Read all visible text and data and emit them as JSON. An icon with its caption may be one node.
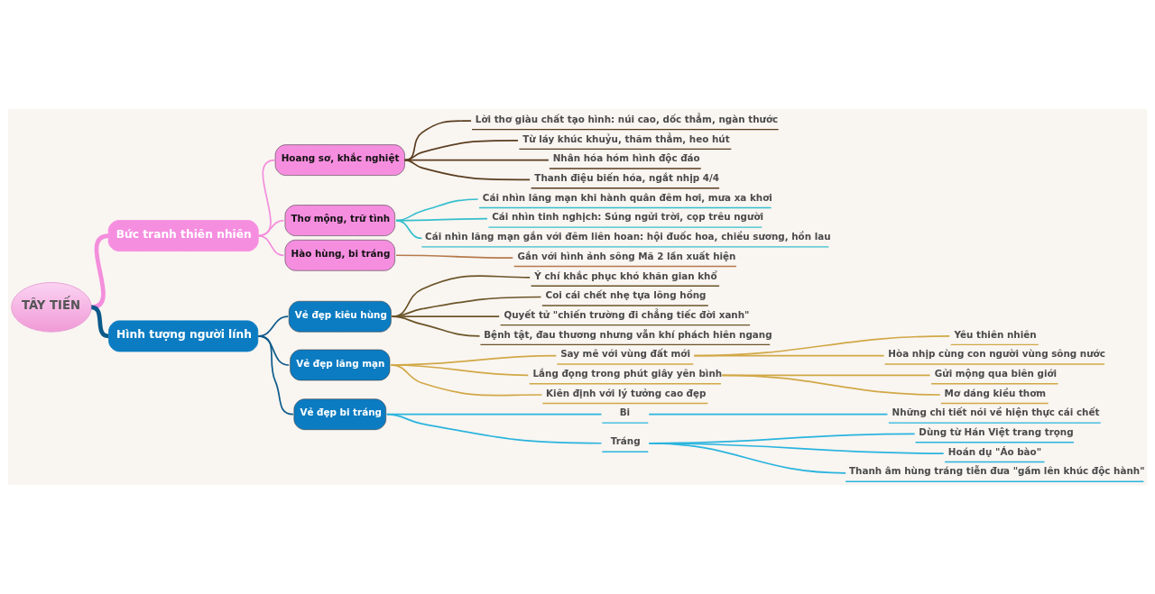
{
  "diagram": {
    "nodes": [
      {
        "text": [
          "TÂY TIẾN"
        ]
      },
      {
        "text": [
          "Bức tranh thiên nhiên"
        ]
      },
      {
        "text": [
          "Hoang sơ, khắc nghiệt"
        ]
      },
      {
        "text": [
          "Lời thơ giàu chất tạo hình: núi cao, dốc thẳm, ngàn thước"
        ]
      },
      {
        "text": [
          "Từ láy khúc khuỷu, thăm thẳm, heo hút"
        ]
      },
      {
        "text": [
          "Nhân hóa hóm hình độc đáo"
        ]
      },
      {
        "text": [
          "Thanh điệu biến hóa, ngắt nhịp 4/4"
        ]
      },
      {
        "text": [
          "Thơ mộng, trữ tình"
        ]
      },
      {
        "text": [
          "Cái nhìn lãng mạn khi hành quân đêm hơi, mưa xa khơi"
        ]
      },
      {
        "text": [
          "Cái nhìn tinh nghịch: Súng ngửi trời, cọp trêu người"
        ]
      },
      {
        "text": [
          "Cái nhìn lãng mạn gắn với đêm liên hoan: hội đuốc hoa, chiều sương, hồn lau"
        ]
      },
      {
        "text": [
          "Hào hùng, bi tráng"
        ]
      },
      {
        "text": [
          "Gắn với hình ảnh sông Mã 2 lần xuất hiện"
        ]
      },
      {
        "text": [
          "Hình tượng người lính"
        ]
      },
      {
        "text": [
          "Vẻ đẹp kiêu hùng"
        ]
      },
      {
        "text": [
          "Ý chí khắc phục khó khăn gian khổ"
        ]
      },
      {
        "text": [
          "Coi cái chết nhẹ tựa lông hồng"
        ]
      },
      {
        "text": [
          "Quyết tử \"chiến trường đi chẳng tiếc đời xanh\""
        ]
      },
      {
        "text": [
          "Bệnh tật, đau thương nhưng vẫn khí phách hiên ngang"
        ]
      },
      {
        "text": [
          "Vẻ đẹp lãng mạn"
        ]
      },
      {
        "text": [
          "Say mê với vùng đất mới"
        ]
      },
      {
        "text": [
          "Yêu thiên nhiên"
        ]
      },
      {
        "text": [
          "Hòa nhịp cùng con người vùng sông nước"
        ]
      },
      {
        "text": [
          "Lắng đọng trong phút giây yên bình"
        ]
      },
      {
        "text": [
          "Gửi mộng qua biên giới"
        ]
      },
      {
        "text": [
          "Mơ dáng kiều thơm"
        ]
      },
      {
        "text": [
          "Kiên định với lý tưởng cao đẹp"
        ]
      },
      {
        "text": [
          "Vẻ đẹp bi tráng"
        ]
      },
      {
        "text": [
          "Bi"
        ]
      },
      {
        "text": [
          "Những chi tiết nói về hiện thực cái chết"
        ]
      },
      {
        "text": [
          "Tráng"
        ]
      },
      {
        "text": [
          "Dùng từ Hán Việt trang trọng"
        ]
      },
      {
        "text": [
          "Hoán dụ \"Áo bào\""
        ]
      },
      {
        "text": [
          "Thanh âm hùng tráng tiễn đưa \"gầm lên khúc độc hành\""
        ]
      }
    ],
    "edges": [
      {
        "from": 0,
        "to": 1,
        "arrow": "none",
        "style": "thick",
        "color": "#f48edc"
      },
      {
        "from": 1,
        "to": 2,
        "arrow": "none",
        "color": "#f48edc"
      },
      {
        "from": 2,
        "to": 3,
        "arrow": "none",
        "color": "#5a3c1e"
      },
      {
        "from": 2,
        "to": 4,
        "arrow": "none",
        "color": "#5a3c1e"
      },
      {
        "from": 2,
        "to": 5,
        "arrow": "none",
        "color": "#5a3c1e"
      },
      {
        "from": 2,
        "to": 6,
        "arrow": "none",
        "color": "#5a3c1e"
      },
      {
        "from": 1,
        "to": 7,
        "arrow": "none",
        "color": "#f48edc"
      },
      {
        "from": 7,
        "to": 8,
        "arrow": "none",
        "color": "#34bfcc"
      },
      {
        "from": 7,
        "to": 9,
        "arrow": "none",
        "color": "#34bfcc"
      },
      {
        "from": 7,
        "to": 10,
        "arrow": "none",
        "color": "#34bfcc"
      },
      {
        "from": 1,
        "to": 11,
        "arrow": "none",
        "color": "#f48edc"
      },
      {
        "from": 11,
        "to": 12,
        "arrow": "none",
        "color": "#b57a4c"
      },
      {
        "from": 0,
        "to": 13,
        "arrow": "none",
        "style": "thick",
        "color": "#0c5a8a"
      },
      {
        "from": 13,
        "to": 14,
        "arrow": "none",
        "color": "#0c5a8a"
      },
      {
        "from": 14,
        "to": 15,
        "arrow": "none",
        "color": "#6b5428"
      },
      {
        "from": 14,
        "to": 16,
        "arrow": "none",
        "color": "#6b5428"
      },
      {
        "from": 14,
        "to": 17,
        "arrow": "none",
        "color": "#6b5428"
      },
      {
        "from": 14,
        "to": 18,
        "arrow": "none",
        "color": "#6b5428"
      },
      {
        "from": 13,
        "to": 19,
        "arrow": "none",
        "color": "#0c5a8a"
      },
      {
        "from": 19,
        "to": 20,
        "arrow": "none"
      },
      {
        "from": 20,
        "to": 21,
        "arrow": "none"
      },
      {
        "from": 20,
        "to": 22,
        "arrow": "none"
      },
      {
        "from": 19,
        "to": 23,
        "arrow": "none"
      },
      {
        "from": 23,
        "to": 24,
        "arrow": "none"
      },
      {
        "from": 23,
        "to": 25,
        "arrow": "none"
      },
      {
        "from": 19,
        "to": 26,
        "arrow": "none"
      },
      {
        "from": 13,
        "to": 27,
        "arrow": "none",
        "color": "#0c5a8a"
      },
      {
        "from": 27,
        "to": 28,
        "arrow": "none",
        "color": "#29b4de"
      },
      {
        "from": 28,
        "to": 29,
        "arrow": "none",
        "color": "#29b4de"
      },
      {
        "from": 27,
        "to": 30,
        "arrow": "none",
        "color": "#29b4de"
      },
      {
        "from": 30,
        "to": 31,
        "arrow": "none",
        "color": "#29b4de"
      },
      {
        "from": 30,
        "to": 32,
        "arrow": "none",
        "color": "#29b4de"
      },
      {
        "from": 30,
        "to": 33,
        "arrow": "none",
        "color": "#29b4de"
      }
    ]
  }
}
